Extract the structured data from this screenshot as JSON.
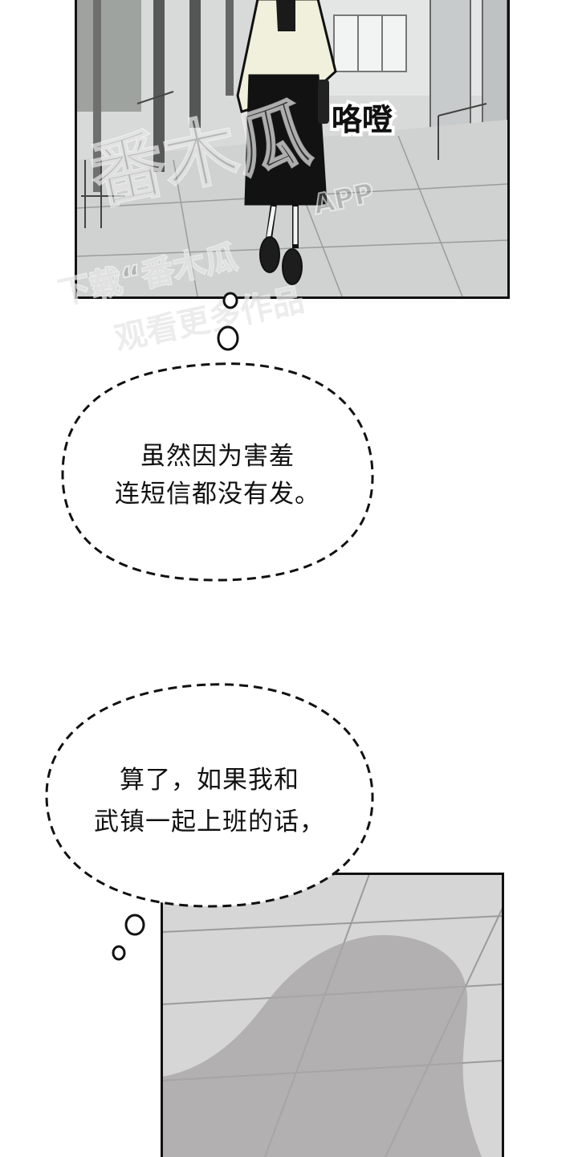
{
  "panels": {
    "top": {
      "sfx": "咯噔"
    },
    "bottom": {}
  },
  "thought_bubbles": [
    {
      "lines": [
        "虽然因为害羞",
        "连短信都没有发。"
      ]
    },
    {
      "lines": [
        "算了，如果我和",
        "武镇一起上班的话，"
      ]
    }
  ],
  "watermark": {
    "logo": "番木瓜",
    "app": "APP",
    "line1": "下载“番木瓜",
    "line2": "观看更多作品"
  },
  "colors": {
    "ink": "#111111",
    "paper": "#ffffff",
    "pavement": "#d4d4d4",
    "shadow": "#a9a6a6"
  }
}
